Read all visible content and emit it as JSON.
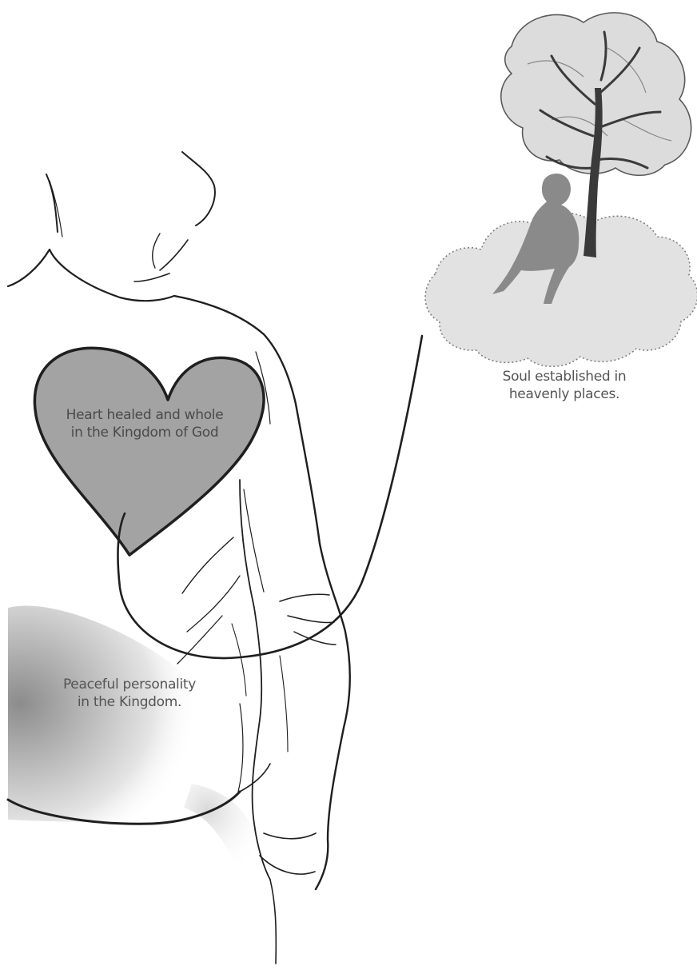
{
  "labels": {
    "heart": [
      "Heart healed and whole",
      "in the Kingdom of God"
    ],
    "personality": [
      "Peaceful personality",
      "in the Kingdom."
    ],
    "soul": [
      "Soul established in",
      "heavenly places."
    ]
  },
  "colors": {
    "heart_fill": "#a3a3a3",
    "cloud_fill": "#e2e2e2",
    "figure_fill": "#8a8a8a",
    "line": "#1f1f1f",
    "text": "#555555"
  },
  "icons": [
    "tree-icon",
    "sitting-person-icon",
    "cloud-icon",
    "heart-icon"
  ]
}
